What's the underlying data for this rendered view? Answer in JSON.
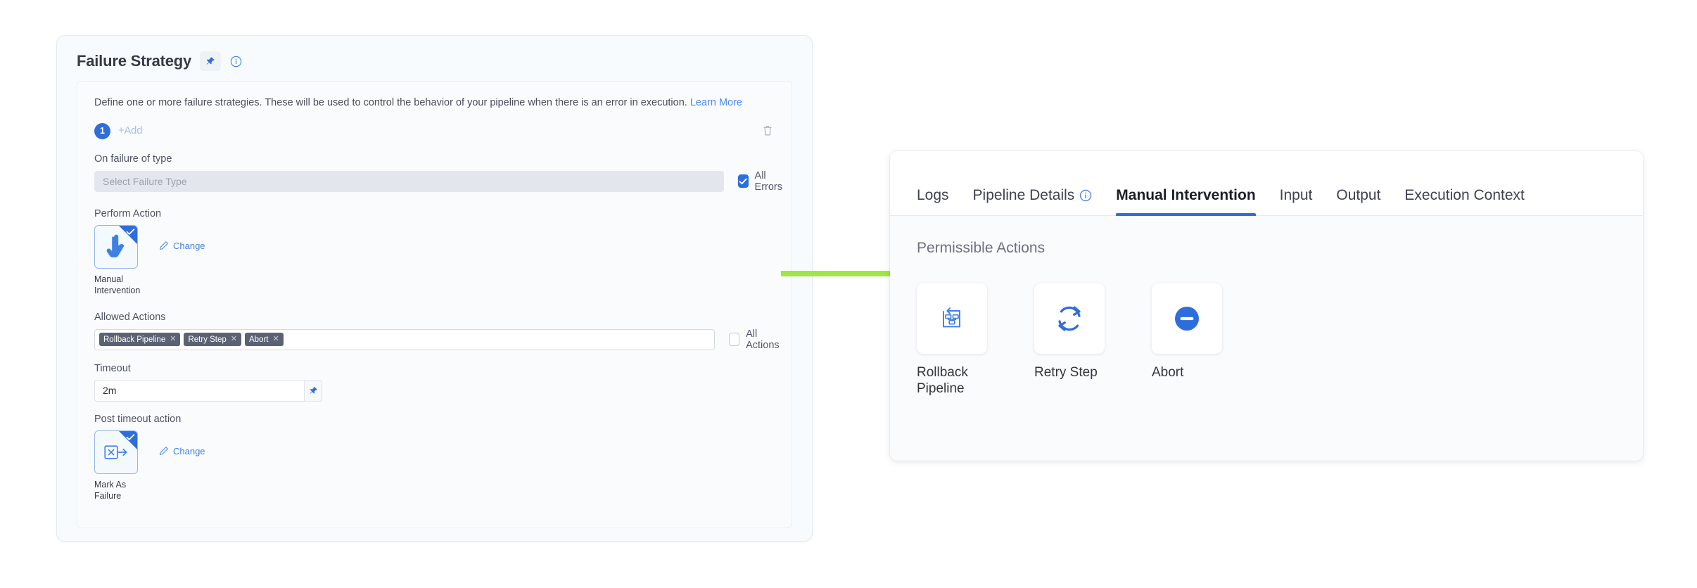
{
  "failure_strategy": {
    "title": "Failure Strategy",
    "pin_icon": "pin-icon",
    "info_icon": "info-circle-icon",
    "description": "Define one or more failure strategies. These will be used to control the behavior of your pipeline when there is an error in execution.",
    "learn_more": "Learn More",
    "strategy_index": "1",
    "add_label": "+Add",
    "delete_icon": "trash-icon",
    "on_failure_label": "On failure of type",
    "failure_type_placeholder": "Select Failure Type",
    "all_errors_label": "All Errors",
    "all_errors_checked": true,
    "perform_action_label": "Perform Action",
    "perform_action": {
      "icon": "pointing-hand-icon",
      "caption": "Manual Intervention",
      "selected": true,
      "change_label": "Change"
    },
    "allowed_actions_label": "Allowed Actions",
    "allowed_action_tags": [
      "Rollback Pipeline",
      "Retry Step",
      "Abort"
    ],
    "all_actions_label": "All Actions",
    "all_actions_checked": false,
    "timeout_label": "Timeout",
    "timeout_value": "2m",
    "timeout_pin_icon": "pin-icon",
    "post_timeout_label": "Post timeout action",
    "post_timeout_action": {
      "icon": "mark-as-failure-icon",
      "caption": "Mark As Failure",
      "selected": true,
      "change_label": "Change"
    }
  },
  "arrow": {
    "name": "green-right-arrow",
    "color": "#9FE548"
  },
  "details_panel": {
    "tabs": [
      {
        "label": "Logs",
        "active": false,
        "has_info": false
      },
      {
        "label": "Pipeline Details",
        "active": false,
        "has_info": true
      },
      {
        "label": "Manual Intervention",
        "active": true,
        "has_info": false
      },
      {
        "label": "Input",
        "active": false,
        "has_info": false
      },
      {
        "label": "Output",
        "active": false,
        "has_info": false
      },
      {
        "label": "Execution Context",
        "active": false,
        "has_info": false
      }
    ],
    "section_title": "Permissible Actions",
    "actions": [
      {
        "label": "Rollback Pipeline",
        "icon": "rollback-pipeline-icon"
      },
      {
        "label": "Retry Step",
        "icon": "retry-refresh-icon"
      },
      {
        "label": "Abort",
        "icon": "abort-minus-circle-icon"
      }
    ]
  },
  "colors": {
    "accent_blue": "#2E6DDC",
    "link_blue": "#4A8BF0",
    "tag_gray": "#5B6273",
    "arrow_green": "#9FE548",
    "panel_bg": "#F7FBFD"
  }
}
